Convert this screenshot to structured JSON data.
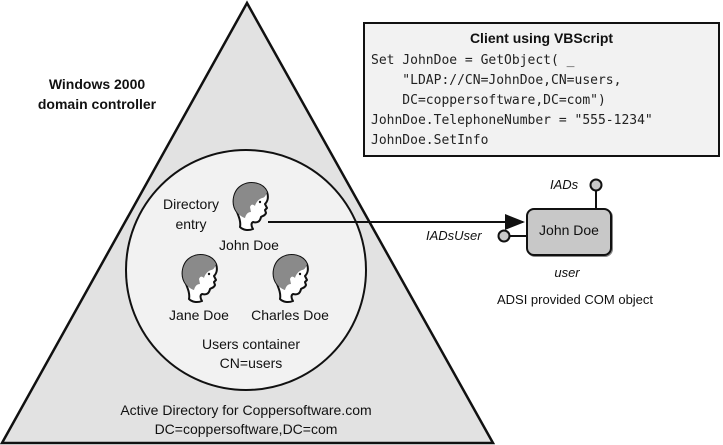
{
  "domain_controller": {
    "title_line1": "Windows 2000",
    "title_line2": "domain controller",
    "footer_line1": "Active Directory for Coppersoftware.com",
    "footer_line2": "DC=coppersoftware,DC=com"
  },
  "users_container": {
    "label_line1": "Users container",
    "label_line2": "CN=users",
    "entry_label_line1": "Directory",
    "entry_label_line2": "entry",
    "users": [
      {
        "name": "John Doe",
        "icon": "person-head-icon"
      },
      {
        "name": "Jane Doe",
        "icon": "person-head-icon"
      },
      {
        "name": "Charles Doe",
        "icon": "person-head-icon"
      }
    ]
  },
  "client_script": {
    "title": "Client using VBScript",
    "code_lines": [
      "Set JohnDoe = GetObject( _",
      "    \"LDAP://CN=JohnDoe,CN=users,",
      "    DC=coppersoftware,DC=com\")",
      "JohnDoe.TelephoneNumber = \"555-1234\"",
      "JohnDoe.SetInfo"
    ]
  },
  "com_object": {
    "name": "John Doe",
    "class": "user",
    "interface_top": "IADs",
    "interface_left": "IADsUser",
    "caption": "ADSI provided COM object"
  },
  "colors": {
    "triangle_fill": "#e2e2e2",
    "circle_fill": "#f2f2f2",
    "object_fill": "#c8c8c8",
    "hair": "#8a8a8a",
    "stroke": "#111111"
  }
}
